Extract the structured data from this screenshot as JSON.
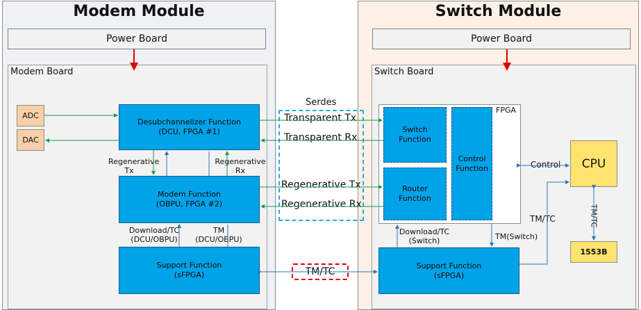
{
  "colors": {
    "module_left_bg": "#eef2f7",
    "module_right_bg": "#fdf0e6",
    "function_block": "#00a2e8",
    "io_block": "#f8cfa8",
    "cpu_block": "#ffe36e",
    "arrow_green": "#1a9a4a",
    "arrow_blue": "#2e75b6",
    "power_arrow": "#e00000",
    "serdes_border": "#29a9e0",
    "tmtc_border": "#e00000"
  },
  "modem_module": {
    "title": "Modem Module",
    "power_board": "Power Board",
    "board_label": "Modem Board",
    "adc": "ADC",
    "dac": "DAC",
    "desub": {
      "line1": "Desubchannelizer Function",
      "line2": "(DCU, FPGA #1)"
    },
    "modem": {
      "line1": "Modem Function",
      "line2": "(OBPU, FPGA #2)"
    },
    "support": {
      "line1": "Support Function",
      "line2": "(sFPGA)"
    },
    "regen_tx": {
      "line1": "Regenerative",
      "line2": "Tx"
    },
    "regen_rx": {
      "line1": "Regenerative",
      "line2": "Rx"
    },
    "download_tc": {
      "line1": "Download/TC",
      "line2": "(DCU/OBPU)"
    },
    "tm": {
      "line1": "TM",
      "line2": "(DCU/OBPU)"
    }
  },
  "serdes": {
    "title": "Serdes",
    "transparent_tx": "Transparent Tx",
    "transparent_rx": "Transparent Rx",
    "regenerative_tx": "Regenerative Tx",
    "regenerative_rx": "Regenerative Rx"
  },
  "tmtc_link": "TM/TC",
  "switch_module": {
    "title": "Switch Module",
    "power_board": "Power Board",
    "board_label": "Switch Board",
    "fpga_label": "FPGA",
    "switch_fn": {
      "line1": "Switch",
      "line2": "Function"
    },
    "router_fn": {
      "line1": "Router",
      "line2": "Function"
    },
    "control_fn": {
      "line1": "Control",
      "line2": "Function"
    },
    "cpu": "CPU",
    "bus": "1553B",
    "control": "Control",
    "tm_tc_cpu": "TM/TC",
    "tm_tc_vertical": "TM/TC",
    "tm_switch": "TM(Switch)",
    "download_tc": {
      "line1": "Download/TC",
      "line2": "(Switch)"
    },
    "support": {
      "line1": "Support Function",
      "line2": "(sFPGA)"
    }
  }
}
